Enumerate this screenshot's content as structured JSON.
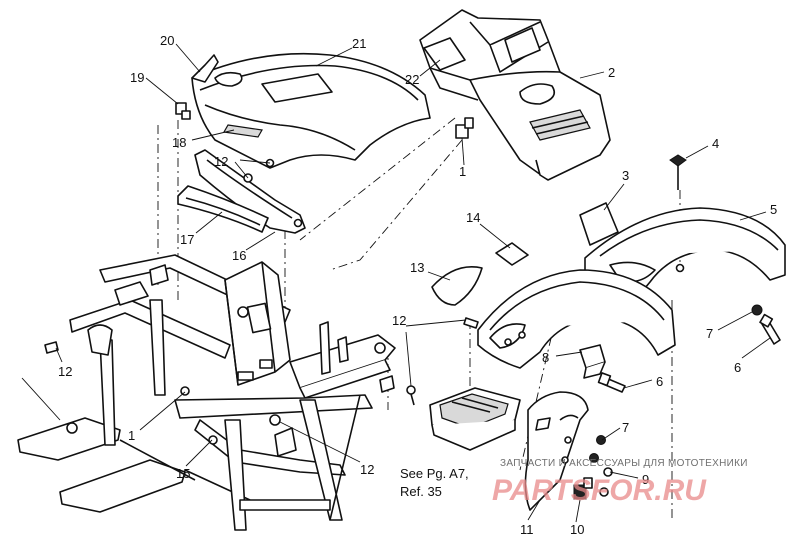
{
  "diagram": {
    "callouts": [
      {
        "id": "c20",
        "text": "20"
      },
      {
        "id": "c21",
        "text": "21"
      },
      {
        "id": "c19",
        "text": "19"
      },
      {
        "id": "c18",
        "text": "18"
      },
      {
        "id": "c12a",
        "text": "12"
      },
      {
        "id": "c17",
        "text": "17"
      },
      {
        "id": "c16",
        "text": "16"
      },
      {
        "id": "c22",
        "text": "22"
      },
      {
        "id": "c2",
        "text": "2"
      },
      {
        "id": "c1a",
        "text": "1"
      },
      {
        "id": "c4",
        "text": "4"
      },
      {
        "id": "c3",
        "text": "3"
      },
      {
        "id": "c5",
        "text": "5"
      },
      {
        "id": "c14",
        "text": "14"
      },
      {
        "id": "c13",
        "text": "13"
      },
      {
        "id": "c12b",
        "text": "12"
      },
      {
        "id": "c7a",
        "text": "7"
      },
      {
        "id": "c6a",
        "text": "6"
      },
      {
        "id": "c8",
        "text": "8"
      },
      {
        "id": "c6b",
        "text": "6"
      },
      {
        "id": "c12c",
        "text": "12"
      },
      {
        "id": "c1b",
        "text": "1"
      },
      {
        "id": "c15",
        "text": "15"
      },
      {
        "id": "c12d",
        "text": "12"
      },
      {
        "id": "c7b",
        "text": "7"
      },
      {
        "id": "c9",
        "text": "9"
      },
      {
        "id": "c11",
        "text": "11"
      },
      {
        "id": "c10",
        "text": "10"
      }
    ],
    "reference_note": {
      "line1": "See Pg. A7,",
      "line2": "Ref. 35"
    }
  },
  "watermark": {
    "tagline": "ЗАПЧАСТИ И АКСЕССУАРЫ ДЛЯ МОТОТЕХНИКИ",
    "logo": "PARTSFOR.RU"
  }
}
